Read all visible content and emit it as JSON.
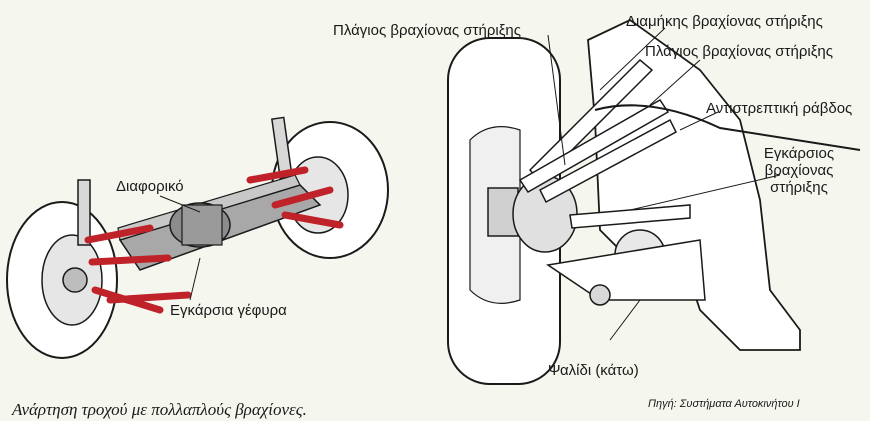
{
  "labels": {
    "differential": "Διαφορικό",
    "cross_axle": "Εγκάρσια γέφυρα",
    "lateral_arm_top": "Πλάγιος βραχίονας στήριξης",
    "longitudinal_arm": "Διαμήκης βραχίονας στήριξης",
    "lateral_arm_second": "Πλάγιος βραχίονας στήριξης",
    "anti_roll_bar": "Αντιστρεπτική ράβδος",
    "transverse_arm_line1": "Εγκάρσιος",
    "transverse_arm_line2": "βραχίονας",
    "transverse_arm_line3": "στήριξης",
    "lower_wishbone": "Ψαλίδι (κάτω)"
  },
  "caption": "Ανάρτηση τροχού με πολλαπλούς βραχίονες.",
  "source": "Πηγή: Συστήματα Αυτοκινήτου Ι",
  "colors": {
    "background": "#f5f7ee",
    "arm_red": "#c0222a",
    "line": "#1a1a1a",
    "grey": "#9a9a9a"
  }
}
